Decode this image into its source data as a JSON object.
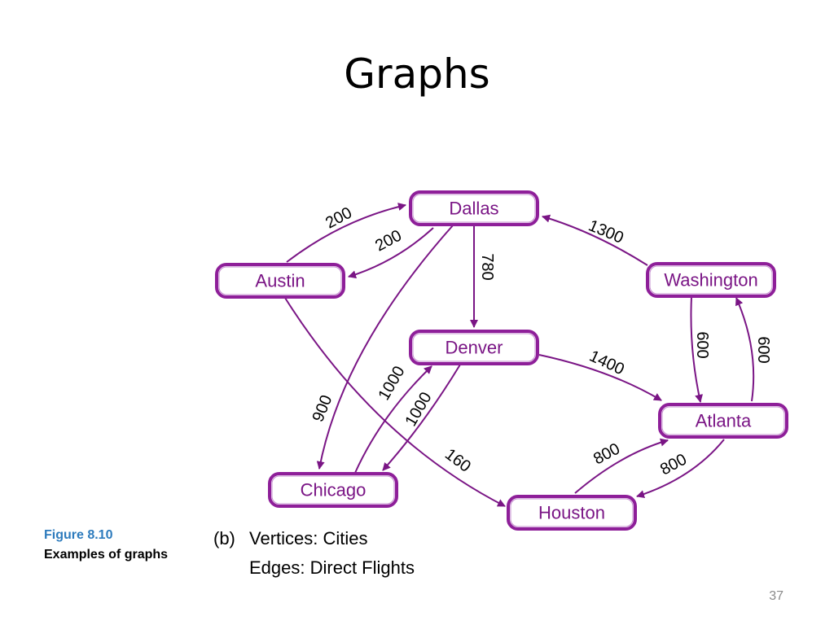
{
  "title": "Graphs",
  "figure": {
    "number": "Figure  8.10",
    "caption": "Examples of graphs",
    "part": "(b)",
    "vertices_text": "Vertices: Cities",
    "edges_text": "Edges: Direct Flights"
  },
  "page_number": "37",
  "colors": {
    "node_border": "#8e1f99",
    "node_fill": "#f6e8f8",
    "edge": "#7a1585",
    "node_text": "#7a1585"
  },
  "graph": {
    "nodes": [
      {
        "id": "dallas",
        "label": "Dallas"
      },
      {
        "id": "austin",
        "label": "Austin"
      },
      {
        "id": "washington",
        "label": "Washington"
      },
      {
        "id": "denver",
        "label": "Denver"
      },
      {
        "id": "atlanta",
        "label": "Atlanta"
      },
      {
        "id": "chicago",
        "label": "Chicago"
      },
      {
        "id": "houston",
        "label": "Houston"
      }
    ],
    "edges": [
      {
        "from": "austin",
        "to": "dallas",
        "weight": "200"
      },
      {
        "from": "dallas",
        "to": "austin",
        "weight": "200"
      },
      {
        "from": "dallas",
        "to": "denver",
        "weight": "780"
      },
      {
        "from": "washington",
        "to": "dallas",
        "weight": "1300"
      },
      {
        "from": "dallas",
        "to": "chicago",
        "weight": "900"
      },
      {
        "from": "austin",
        "to": "houston",
        "weight": "160"
      },
      {
        "from": "chicago",
        "to": "denver",
        "weight": "1000"
      },
      {
        "from": "denver",
        "to": "chicago",
        "weight": "1000"
      },
      {
        "from": "denver",
        "to": "atlanta",
        "weight": "1400"
      },
      {
        "from": "washington",
        "to": "atlanta",
        "weight": "600"
      },
      {
        "from": "atlanta",
        "to": "washington",
        "weight": "600"
      },
      {
        "from": "houston",
        "to": "atlanta",
        "weight": "800"
      },
      {
        "from": "atlanta",
        "to": "houston",
        "weight": "800"
      }
    ]
  }
}
